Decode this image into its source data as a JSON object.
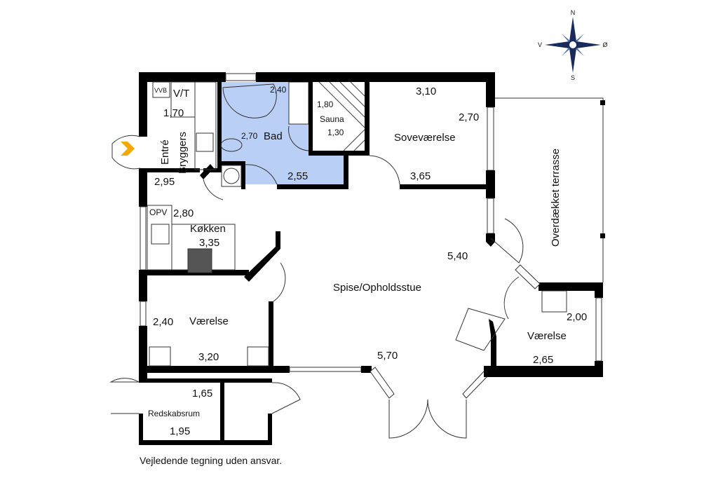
{
  "compass": {
    "n": "N",
    "s": "S",
    "e": "Ø",
    "w": "V"
  },
  "rooms": {
    "vvb": "VVB",
    "vt": "V/T",
    "entre_w": "1,70",
    "entre": "Entré",
    "bryggers": "Bryggers",
    "entre_l": "2,95",
    "bad_w": "2,40",
    "bad_h": "2,70",
    "bad": "Bad",
    "bad_l": "2,55",
    "sauna_w": "1,80",
    "sauna": "Sauna",
    "sauna_l": "1,30",
    "sove_w": "3,10",
    "sove_h": "2,70",
    "sove": "Soveværelse",
    "sove_l": "3,65",
    "opv": "OPV",
    "kokken_w": "2,80",
    "kokken": "Køkken",
    "kokken_l": "3,35",
    "stue": "Spise/Opholdsstue",
    "stue_w": "5,40",
    "stue_l": "5,70",
    "vaer1_h": "2,40",
    "vaer1": "Værelse",
    "vaer1_l": "3,20",
    "vaer2_h": "2,00",
    "vaer2": "Værelse",
    "vaer2_l": "2,65",
    "terrasse": "Overdækket terrasse",
    "redskab_w": "1,65",
    "redskab": "Redskabsrum",
    "redskab_l": "1,95"
  },
  "colors": {
    "bath": "#b9cff5",
    "entry_arrow": "#f5a800",
    "compass": "#1a2a5c"
  },
  "footer": "Vejledende tegning uden ansvar."
}
